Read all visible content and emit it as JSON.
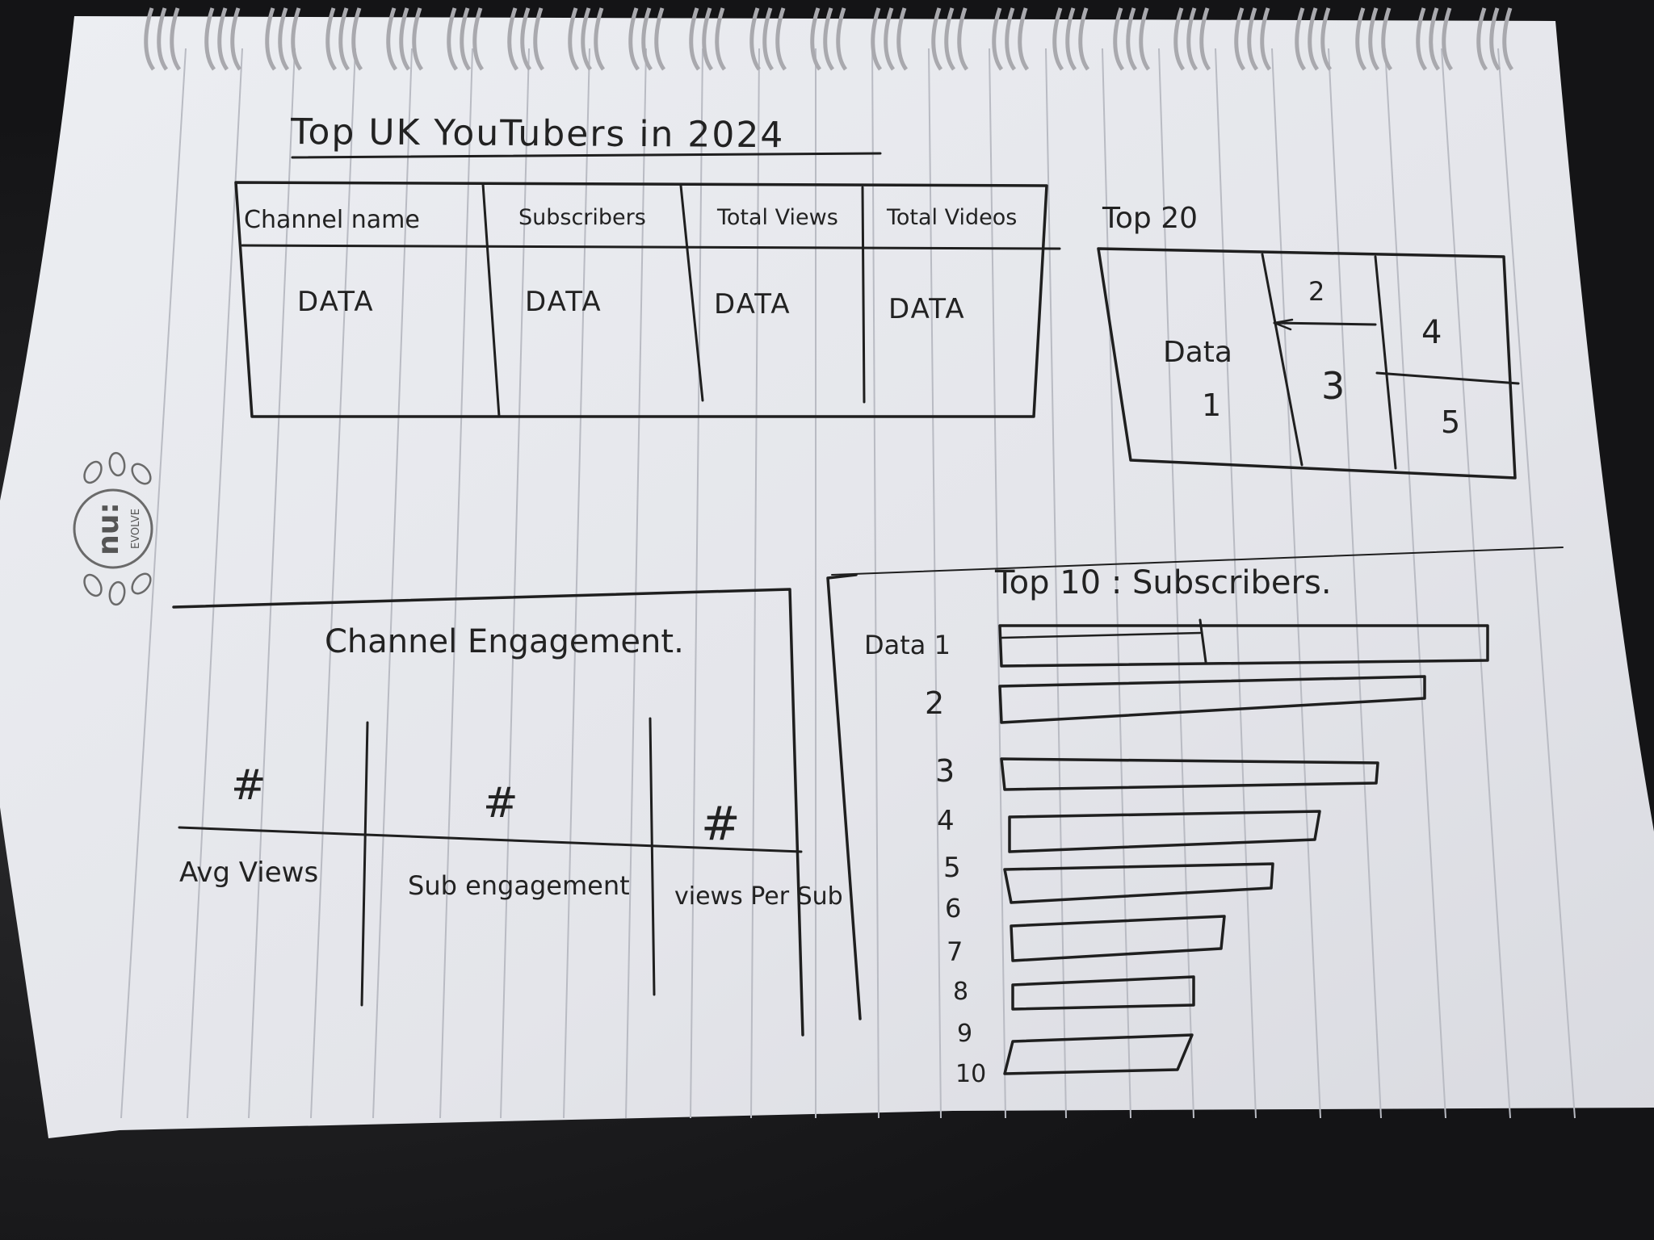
{
  "sketch": {
    "title": "Top UK YouTubers in 2024",
    "table": {
      "headers": [
        "Channel name",
        "Subscribers",
        "Total Views",
        "Total Videos"
      ],
      "cells": [
        "DATA",
        "DATA",
        "DATA",
        "DATA"
      ]
    },
    "treemap": {
      "title": "Top 20",
      "main_label_line1": "Data",
      "main_label_line2": "1",
      "labels": [
        "2",
        "3",
        "4",
        "5"
      ]
    },
    "engagement": {
      "title": "Channel Engagement.",
      "metric_values": [
        "#",
        "#",
        "#"
      ],
      "metric_labels": [
        "Avg Views",
        "Sub engagement",
        "views Per Sub"
      ]
    },
    "bar_chart": {
      "title": "Top 10 : Subscribers.",
      "first_label": "Data 1",
      "rank_labels": [
        "2",
        "3",
        "4",
        "5",
        "6",
        "7",
        "8",
        "9",
        "10"
      ]
    }
  },
  "logo": {
    "brand": "nu:",
    "tagline": "EVOLVE",
    "icon": "leaf-wreath-icon"
  },
  "colors": {
    "paper": "#e6e7ec",
    "ink": "#1f1f1f",
    "rule_line": "#b9bbc3",
    "binding": "#c8c8cc",
    "background": "#141416"
  }
}
